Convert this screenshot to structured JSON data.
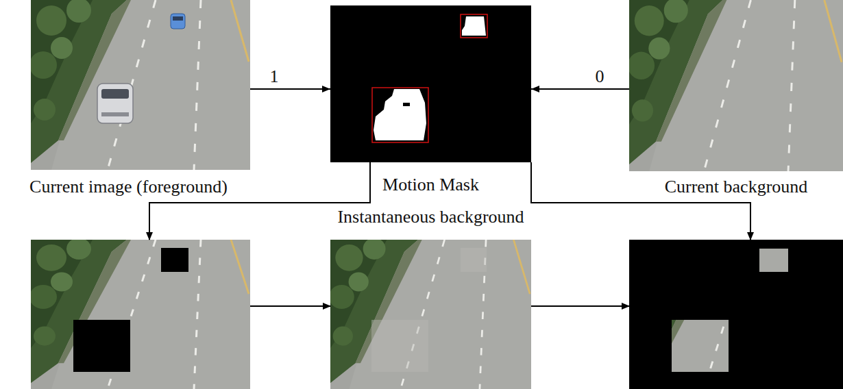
{
  "diagram": {
    "nodes": [
      {
        "text": [
          "Current image (foreground)"
        ]
      },
      {
        "text": [
          "Motion Mask"
        ]
      },
      {
        "text": [
          "Current background"
        ]
      },
      {
        "text": [
          "Instantaneous background"
        ]
      }
    ],
    "edges": [
      {
        "from": 0,
        "to": 1,
        "label": "1",
        "arrow": "to"
      },
      {
        "from": 2,
        "to": 1,
        "label": "0",
        "arrow": "to"
      }
    ]
  }
}
